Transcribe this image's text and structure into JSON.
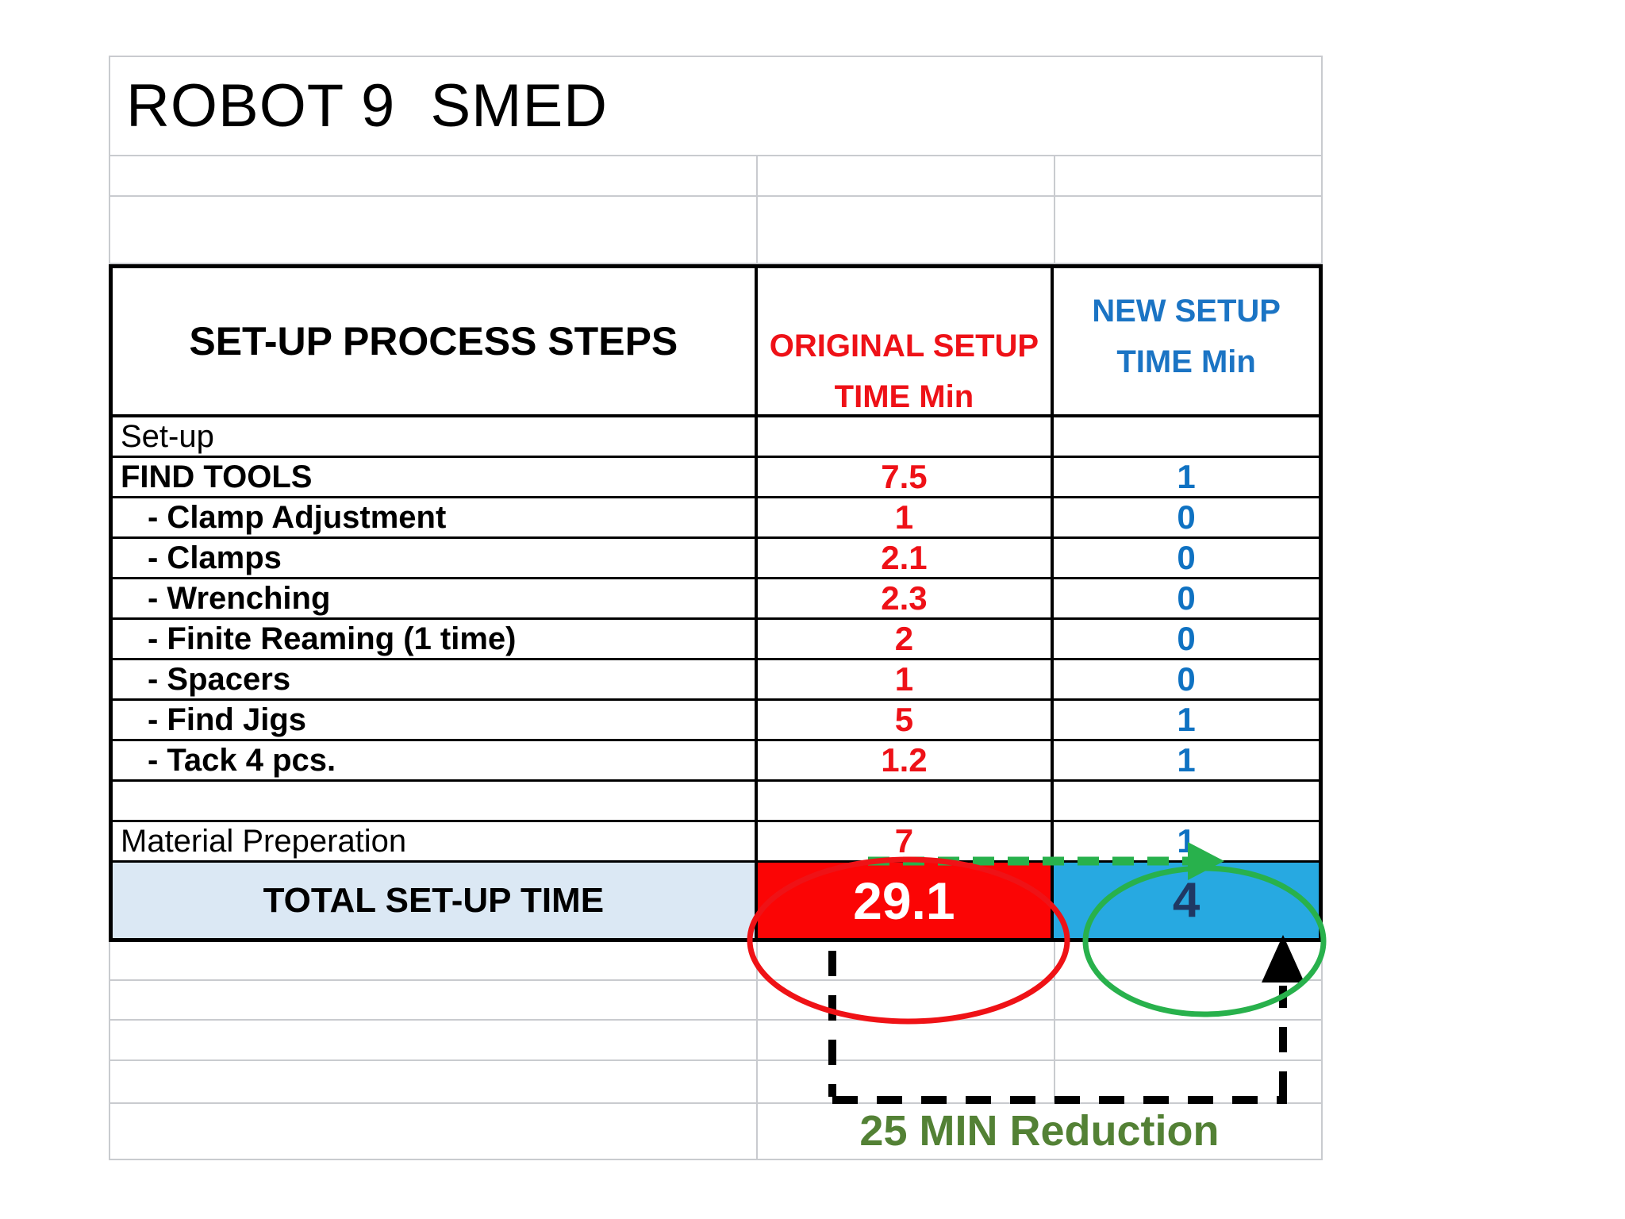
{
  "title": "ROBOT 9  SMED",
  "table": {
    "headers": {
      "steps": "SET-UP PROCESS STEPS",
      "original_line1": "ORIGINAL SETUP",
      "original_line2": "TIME Min",
      "new_line1": "NEW SETUP",
      "new_line2": "TIME Min"
    },
    "rows": [
      {
        "label": "Set-up",
        "original": "",
        "new": "",
        "style": "plain",
        "indent": false
      },
      {
        "label": "FIND TOOLS",
        "original": "7.5",
        "new": "1",
        "style": "bold",
        "indent": false
      },
      {
        "label": "- Clamp Adjustment",
        "original": "1",
        "new": "0",
        "style": "bold",
        "indent": true
      },
      {
        "label": "- Clamps",
        "original": "2.1",
        "new": "0",
        "style": "bold",
        "indent": true
      },
      {
        "label": "- Wrenching",
        "original": "2.3",
        "new": "0",
        "style": "bold",
        "indent": true
      },
      {
        "label": "- Finite Reaming (1 time)",
        "original": "2",
        "new": "0",
        "style": "bold",
        "indent": true
      },
      {
        "label": "- Spacers",
        "original": "1",
        "new": "0",
        "style": "bold",
        "indent": true
      },
      {
        "label": "- Find Jigs",
        "original": "5",
        "new": "1",
        "style": "bold",
        "indent": true
      },
      {
        "label": "- Tack 4 pcs.",
        "original": "1.2",
        "new": "1",
        "style": "bold",
        "indent": true
      },
      {
        "label": "",
        "original": "",
        "new": "",
        "style": "plain",
        "indent": false
      },
      {
        "label": "Material Preperation",
        "original": "7",
        "new": "1",
        "style": "plain",
        "indent": false
      }
    ],
    "total": {
      "label": "TOTAL SET-UP TIME",
      "original": "29.1",
      "new": "4"
    }
  },
  "annotations": {
    "reduction_label": "25 MIN Reduction"
  },
  "chart_data": {
    "type": "table",
    "title": "ROBOT 9 SMED",
    "categories": [
      "Set-up",
      "FIND TOOLS",
      "- Clamp Adjustment",
      "- Clamps",
      "- Wrenching",
      "- Finite Reaming (1 time)",
      "- Spacers",
      "- Find Jigs",
      "- Tack 4 pcs.",
      "Material Preperation",
      "TOTAL SET-UP TIME"
    ],
    "series": [
      {
        "name": "ORIGINAL SETUP TIME Min",
        "values": [
          null,
          7.5,
          1,
          2.1,
          2.3,
          2,
          1,
          5,
          1.2,
          7,
          29.1
        ]
      },
      {
        "name": "NEW SETUP TIME Min",
        "values": [
          null,
          1,
          0,
          0,
          0,
          0,
          0,
          1,
          1,
          1,
          4
        ]
      }
    ],
    "annotation": "25 MIN Reduction"
  },
  "colors": {
    "red_text": "#ee1117",
    "red_fill": "#fb0505",
    "blue_text": "#0f72c2",
    "blue_header": "#1b74c4",
    "cyan_fill": "#27a9e1",
    "navy_total": "#1f3864",
    "total_label_bg": "#dbe8f4",
    "green_annotation": "#28b14c",
    "green_text": "#538135",
    "grid_gray": "#c9cbcf"
  }
}
